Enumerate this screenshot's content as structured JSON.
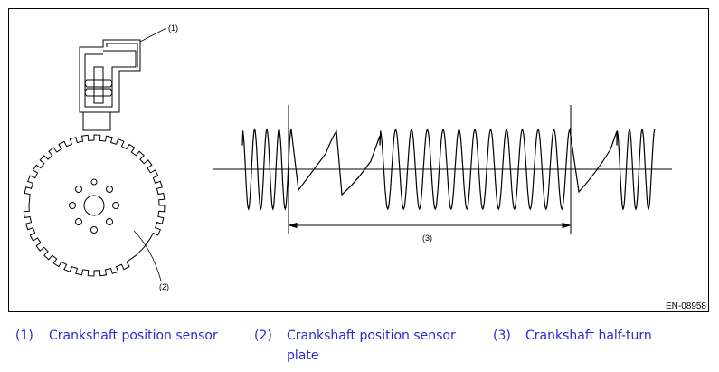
{
  "diagram": {
    "callouts": {
      "sensor": "(1)",
      "plate": "(2)",
      "half_turn": "(3)"
    },
    "figure_id": "EN-08958"
  },
  "legend": [
    {
      "num": "(1)",
      "text": "Crankshaft position sensor"
    },
    {
      "num": "(2)",
      "text": "Crankshaft position sensor plate"
    },
    {
      "num": "(3)",
      "text": "Crankshaft half-turn"
    }
  ],
  "colors": {
    "legend_text": "#2a2ad0",
    "line": "#000000"
  }
}
